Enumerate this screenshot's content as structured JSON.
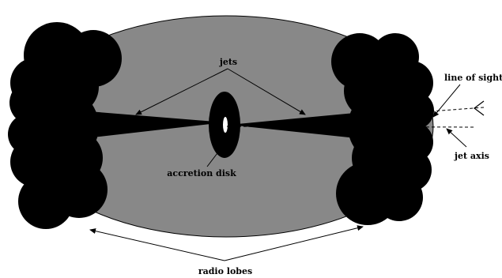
{
  "labels": {
    "jets": "jets",
    "line_of_sight": "line of sight",
    "jet_axis": "jet axis",
    "accretion_disk": "accretion disk",
    "radio_lobes": "radio lobes"
  },
  "colors": {
    "halo": "#888888",
    "lobes": "#000000",
    "background": "#ffffff"
  }
}
